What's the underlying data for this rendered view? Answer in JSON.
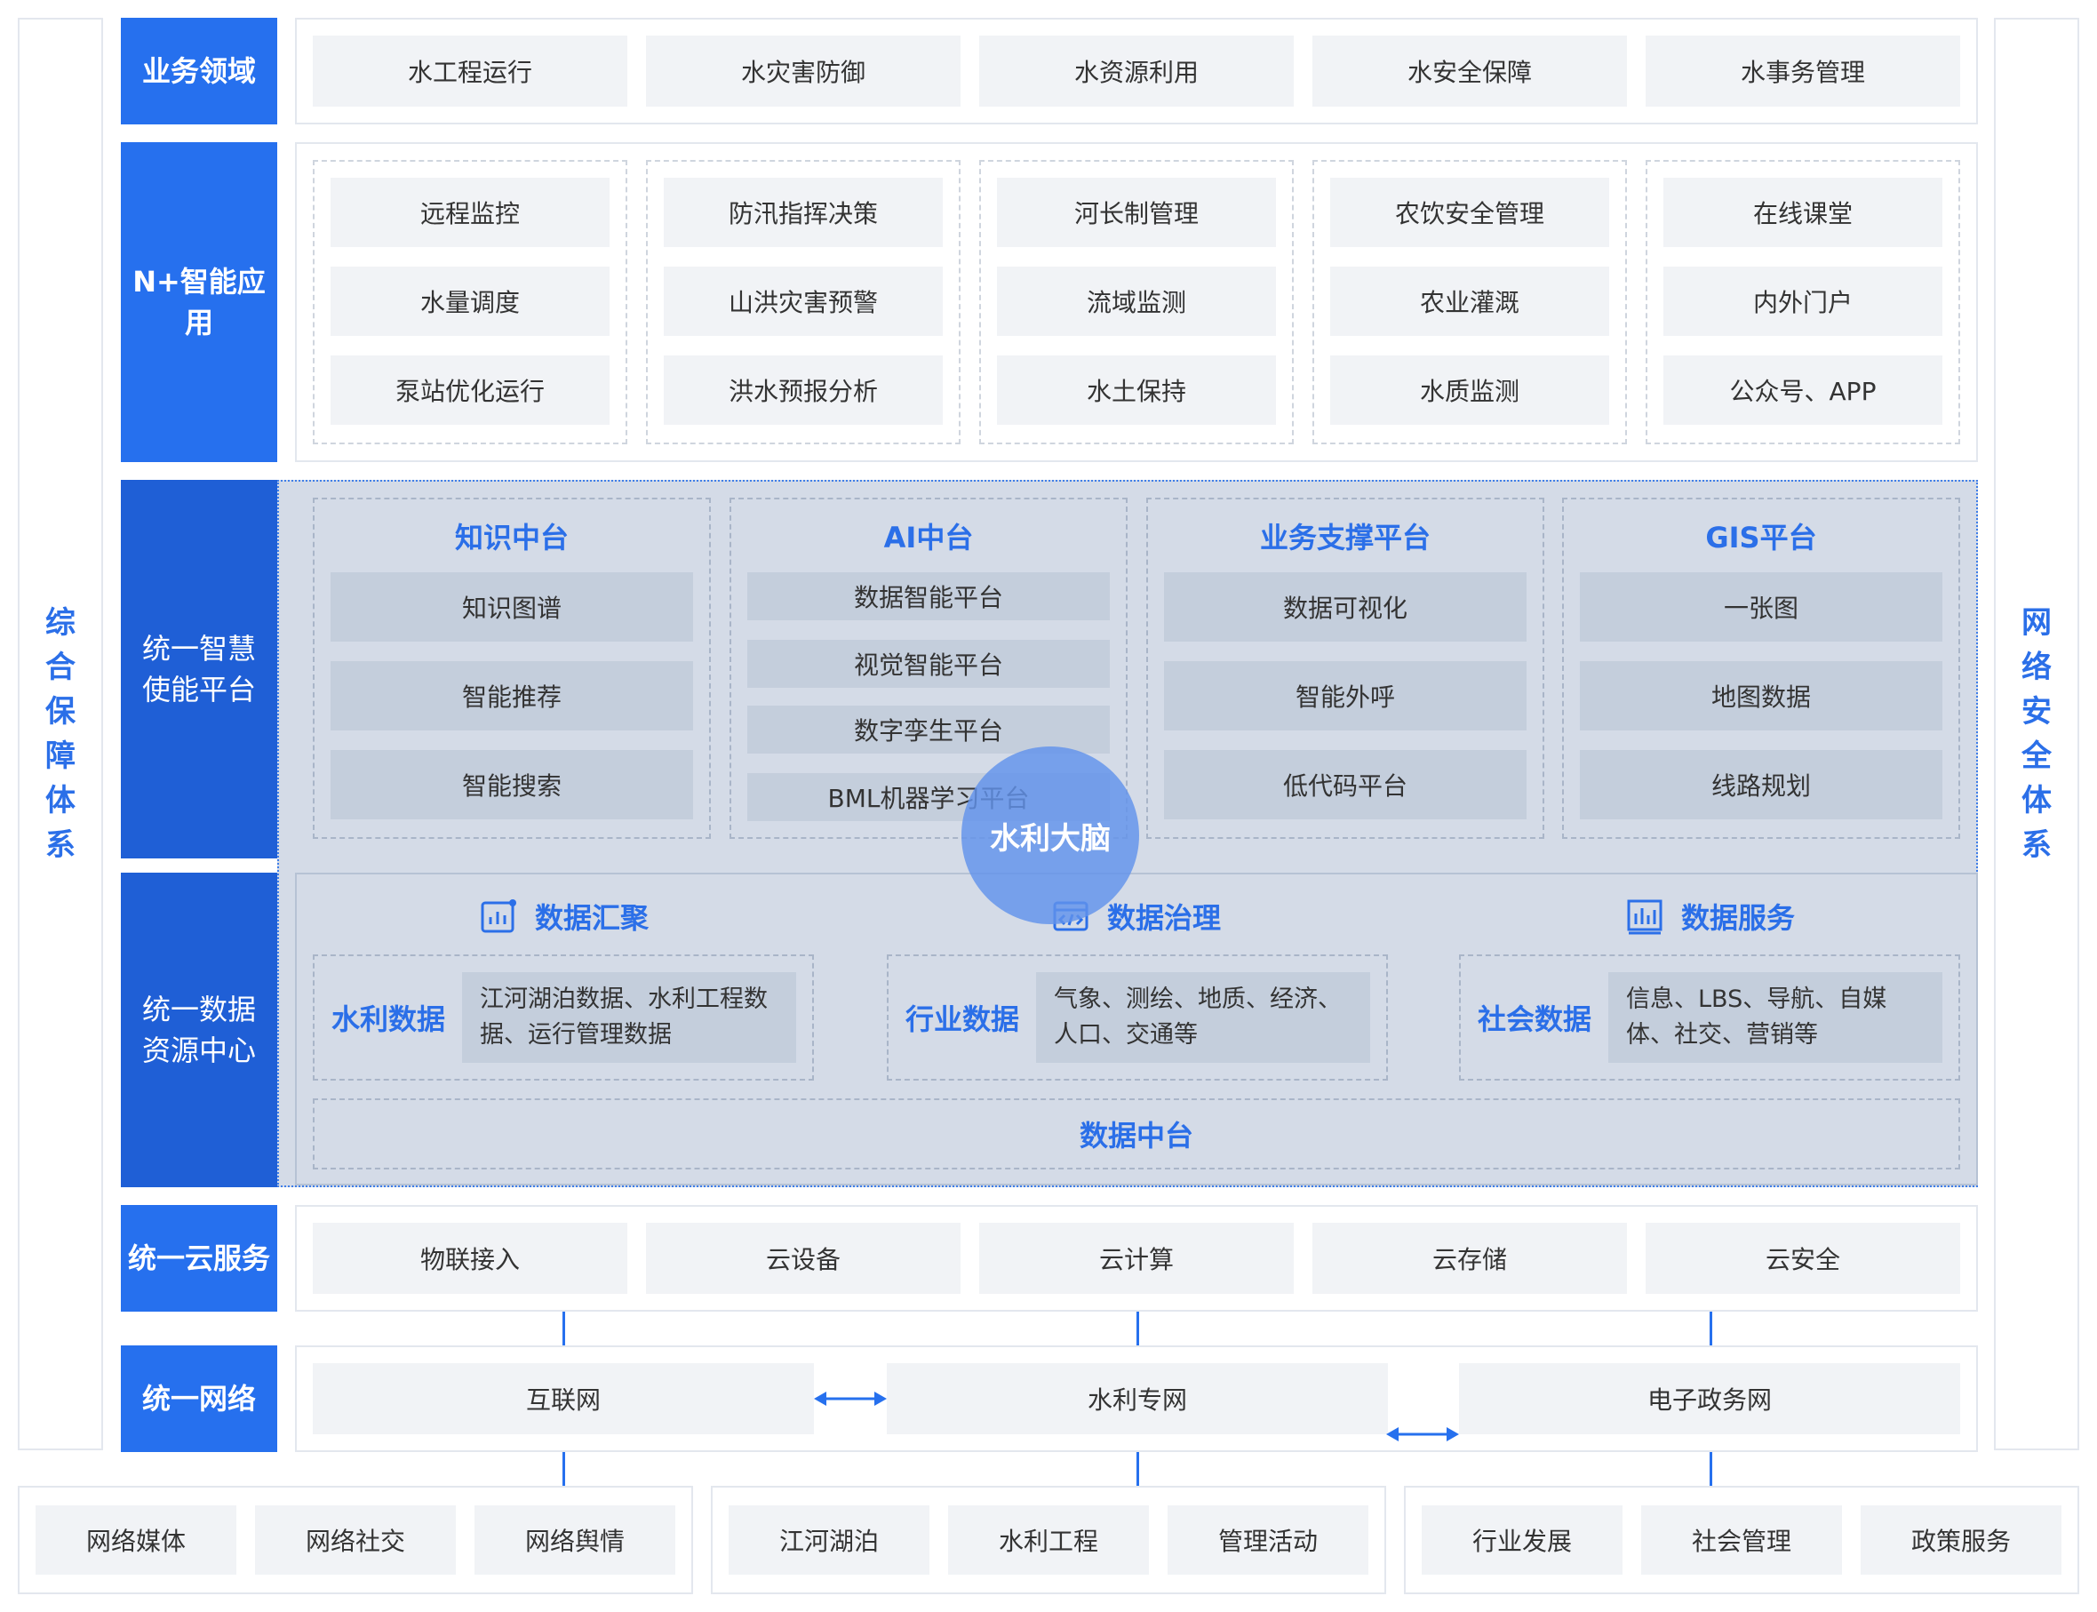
{
  "side": {
    "left": [
      "综",
      "合",
      "保",
      "障",
      "体",
      "系"
    ],
    "right": [
      "网",
      "络",
      "安",
      "全",
      "体",
      "系"
    ]
  },
  "rows": {
    "business": {
      "label": "业务领域",
      "items": [
        "水工程运行",
        "水灾害防御",
        "水资源利用",
        "水安全保障",
        "水事务管理"
      ]
    },
    "apps": {
      "label": "N+智能应用",
      "groups": [
        [
          "远程监控",
          "水量调度",
          "泵站优化运行"
        ],
        [
          "防汛指挥决策",
          "山洪灾害预警",
          "洪水预报分析"
        ],
        [
          "河长制管理",
          "流域监测",
          "水土保持"
        ],
        [
          "农饮安全管理",
          "农业灌溉",
          "水质监测"
        ],
        [
          "在线课堂",
          "内外门户",
          "公众号、APP"
        ]
      ]
    },
    "platform": {
      "label_lines": [
        "统一智慧",
        "使能平台"
      ],
      "groups": [
        {
          "title": "知识中台",
          "items": [
            "知识图谱",
            "智能推荐",
            "智能搜索"
          ]
        },
        {
          "title": "AI中台",
          "items": [
            "数据智能平台",
            "视觉智能平台",
            "数字孪生平台",
            "BML机器学习平台"
          ]
        },
        {
          "title": "业务支撑平台",
          "items": [
            "数据可视化",
            "智能外呼",
            "低代码平台"
          ]
        },
        {
          "title": "GIS平台",
          "items": [
            "一张图",
            "地图数据",
            "线路规划"
          ]
        }
      ]
    },
    "brain": "水利大脑",
    "data": {
      "label_lines": [
        "统一数据",
        "资源中心"
      ],
      "headers": [
        "数据汇聚",
        "数据治理",
        "数据服务"
      ],
      "header_icons": [
        "chart-panel-icon",
        "code-window-icon",
        "bar-chart-icon"
      ],
      "sources": [
        {
          "name": "水利数据",
          "desc_lines": [
            "江河湖泊数据、水利工程数",
            "据、运行管理数据"
          ]
        },
        {
          "name": "行业数据",
          "desc_lines": [
            "气象、测绘、地质、经济、",
            "人口、交通等"
          ]
        },
        {
          "name": "社会数据",
          "desc_lines": [
            "信息、LBS、导航、自媒",
            "体、社交、营销等"
          ]
        }
      ],
      "center": "数据中台"
    },
    "cloud": {
      "label": "统一云服务",
      "items": [
        "物联接入",
        "云设备",
        "云计算",
        "云存储",
        "云安全"
      ]
    },
    "network": {
      "label": "统一网络",
      "items": [
        "互联网",
        "水利专网",
        "电子政务网"
      ]
    }
  },
  "bottom": [
    [
      "网络媒体",
      "网络社交",
      "网络舆情"
    ],
    [
      "江河湖泊",
      "水利工程",
      "管理活动"
    ],
    [
      "行业发展",
      "社会管理",
      "政策服务"
    ]
  ],
  "colors": {
    "accent": "#2670ee",
    "accent_text": "#2b6fe8",
    "cell_bg": "#f1f3f6",
    "platform_bg": "#d4dbe7"
  }
}
